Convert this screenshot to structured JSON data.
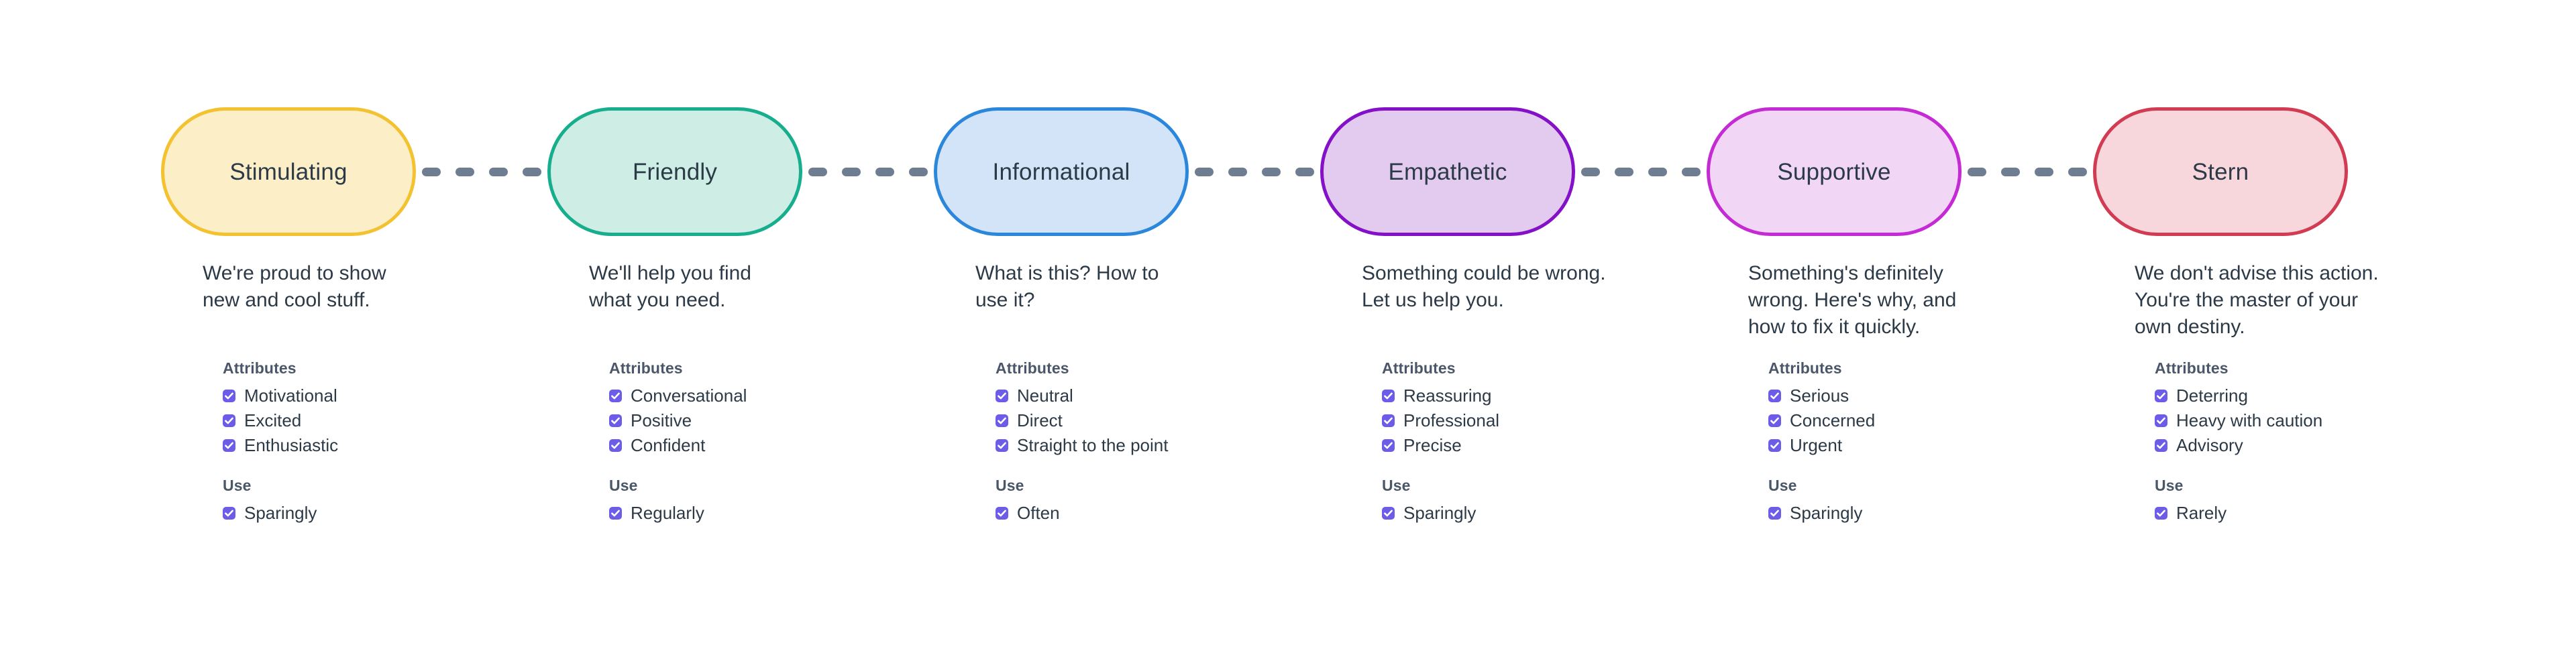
{
  "accent": {
    "checkbox_fill": "#6C5CE7",
    "checkmark": "#FFFFFF",
    "connector": "#6E7D90",
    "text": "#2C3A47",
    "heading": "#4A5768",
    "background": "#FFFFFF"
  },
  "labels": {
    "attributes_heading": "Attributes",
    "use_heading": "Use"
  },
  "tones": [
    {
      "name": "Stimulating",
      "fill": "#FCEFC8",
      "stroke": "#F2C230",
      "description": "We're proud to show\nnew and cool stuff.",
      "attributes": [
        "Motivational",
        "Excited",
        "Enthusiastic"
      ],
      "use": [
        "Sparingly"
      ]
    },
    {
      "name": "Friendly",
      "fill": "#CDEDE5",
      "stroke": "#17AE8E",
      "description": "We'll help you find\nwhat you need.",
      "attributes": [
        "Conversational",
        "Positive",
        "Confident"
      ],
      "use": [
        "Regularly"
      ]
    },
    {
      "name": "Informational",
      "fill": "#D3E4F8",
      "stroke": "#2B87DB",
      "description": "What is this? How to\nuse it?",
      "attributes": [
        "Neutral",
        "Direct",
        "Straight to the point"
      ],
      "use": [
        "Often"
      ]
    },
    {
      "name": "Empathetic",
      "fill": "#E3CBF0",
      "stroke": "#8410C8",
      "description": "Something could be wrong.\nLet us help you.",
      "attributes": [
        "Reassuring",
        "Professional",
        "Precise"
      ],
      "use": [
        "Sparingly"
      ]
    },
    {
      "name": "Supportive",
      "fill": "#F1D6F5",
      "stroke": "#C52BD4",
      "description": "Something's definitely\nwrong. Here's why, and\nhow to fix it quickly.",
      "attributes": [
        "Serious",
        "Concerned",
        "Urgent"
      ],
      "use": [
        "Sparingly"
      ]
    },
    {
      "name": "Stern",
      "fill": "#F8D7DC",
      "stroke": "#D23C53",
      "description": "We don't advise this action.\nYou're the master of your\nown destiny.",
      "attributes": [
        "Deterring",
        "Heavy with caution",
        "Advisory"
      ],
      "use": [
        "Rarely"
      ]
    }
  ]
}
